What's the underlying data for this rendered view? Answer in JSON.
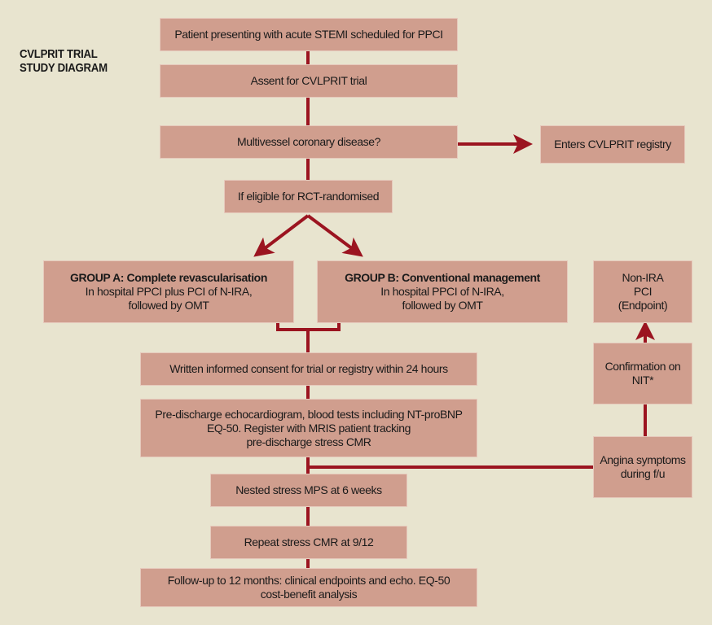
{
  "title": {
    "line1": "CVLPRIT TRIAL",
    "line2": "STUDY DIAGRAM"
  },
  "colors": {
    "background": "#e8e4cf",
    "box_fill": "#d09e8e",
    "connector": "#9b1420"
  },
  "nodes": {
    "patient_presenting": "Patient presenting with acute STEMI scheduled for PPCI",
    "assent": "Assent for CVLPRIT trial",
    "multivessel": "Multivessel coronary disease?",
    "registry": "Enters CVLPRIT registry",
    "eligible": "If eligible for RCT-randomised",
    "group_a": {
      "heading": "GROUP A: Complete revascularisation",
      "line1": "In hospital PPCI plus PCI of N-IRA,",
      "line2": "followed by OMT"
    },
    "group_b": {
      "heading": "GROUP B: Conventional management",
      "line1": "In hospital PPCI of N-IRA,",
      "line2": "followed by OMT"
    },
    "consent": "Written informed consent for trial or registry within 24 hours",
    "pre_discharge": {
      "line1": "Pre-discharge echocardiogram, blood tests including NT-proBNP",
      "line2": "EQ-50. Register with MRIS patient tracking",
      "line3": "pre-discharge stress CMR"
    },
    "nested_mps": "Nested stress MPS at 6 weeks",
    "repeat_cmr": "Repeat stress CMR at 9/12",
    "follow_up": {
      "line1": "Follow-up to 12 months: clinical endpoints and echo. EQ-50",
      "line2": "cost-benefit analysis"
    },
    "non_ira_pci": {
      "line1": "Non-IRA",
      "line2": "PCI",
      "line3": "(Endpoint)"
    },
    "confirmation_nit": {
      "line1": "Confirmation on",
      "line2": "NIT*"
    },
    "angina": {
      "line1": "Angina symptoms",
      "line2": "during f/u"
    }
  }
}
